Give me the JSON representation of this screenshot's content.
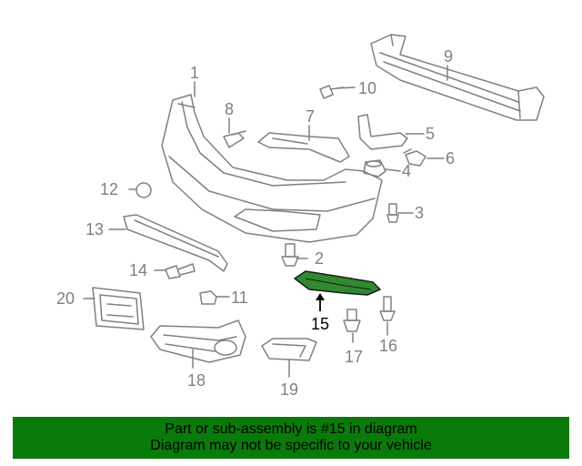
{
  "parts": [
    {
      "id": "1",
      "label": "1"
    },
    {
      "id": "2",
      "label": "2"
    },
    {
      "id": "3",
      "label": "3"
    },
    {
      "id": "4",
      "label": "4"
    },
    {
      "id": "5",
      "label": "5"
    },
    {
      "id": "6",
      "label": "6"
    },
    {
      "id": "7",
      "label": "7"
    },
    {
      "id": "8",
      "label": "8"
    },
    {
      "id": "9",
      "label": "9"
    },
    {
      "id": "10",
      "label": "10"
    },
    {
      "id": "11",
      "label": "11"
    },
    {
      "id": "12",
      "label": "12"
    },
    {
      "id": "13",
      "label": "13"
    },
    {
      "id": "14",
      "label": "14"
    },
    {
      "id": "15",
      "label": "15"
    },
    {
      "id": "16",
      "label": "16"
    },
    {
      "id": "17",
      "label": "17"
    },
    {
      "id": "18",
      "label": "18"
    },
    {
      "id": "19",
      "label": "19"
    },
    {
      "id": "20",
      "label": "20"
    }
  ],
  "highlighted_part": "15",
  "colors": {
    "highlight": "#2f8a2f",
    "footer_bg": "#0a7a0a",
    "line": "#808080"
  },
  "footer": {
    "line1": "Part or sub-assembly is #15 in diagram",
    "line2": "Diagram may not be specific to your vehicle"
  }
}
